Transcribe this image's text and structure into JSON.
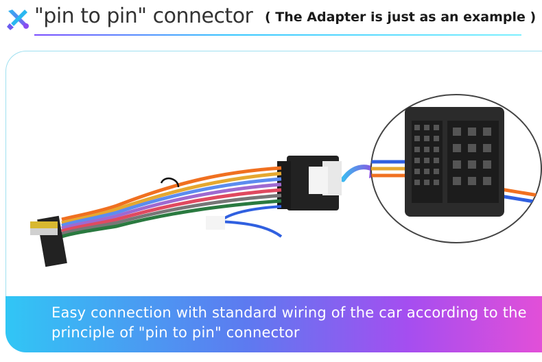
{
  "header": {
    "icon": "wrench-screwdriver-icon",
    "title": "\"pin to pin\" connector",
    "subtitle": "( The Adapter is just as an example )"
  },
  "banner": {
    "line1": "Easy connection with standard wiring of the car according to the",
    "line2": "principle of \"pin to pin\" connector"
  },
  "colors": {
    "accent_blue": "#36c6ff",
    "accent_purple": "#7a4cff",
    "banner_start": "#31c6f5",
    "banner_end": "#e24fd8"
  }
}
